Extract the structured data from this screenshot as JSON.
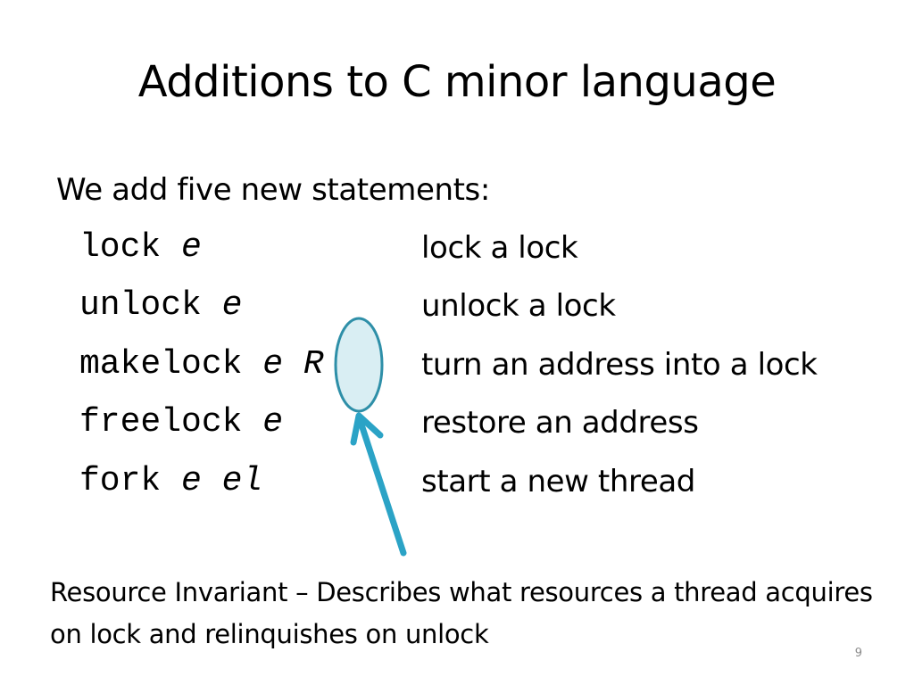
{
  "slide": {
    "title": "Additions to C minor language",
    "intro": "We add five new statements:",
    "statements": [
      {
        "keyword": "lock",
        "args": "e",
        "description": "lock a lock"
      },
      {
        "keyword": "unlock",
        "args": "e",
        "description": "unlock a lock"
      },
      {
        "keyword": "makelock",
        "args": "e R",
        "description": "turn an address into a lock"
      },
      {
        "keyword": "freelock",
        "args": "e",
        "description": "restore an address"
      },
      {
        "keyword": "fork",
        "args": "e el",
        "description": "start a new thread"
      }
    ],
    "note": "Resource Invariant – Describes what resources a thread acquires on lock and relinquishes on unlock",
    "page_number": "9"
  },
  "colors": {
    "highlight_fill": "#d9eef3",
    "highlight_stroke": "#2e8fa8",
    "arrow": "#2ba3c6"
  }
}
